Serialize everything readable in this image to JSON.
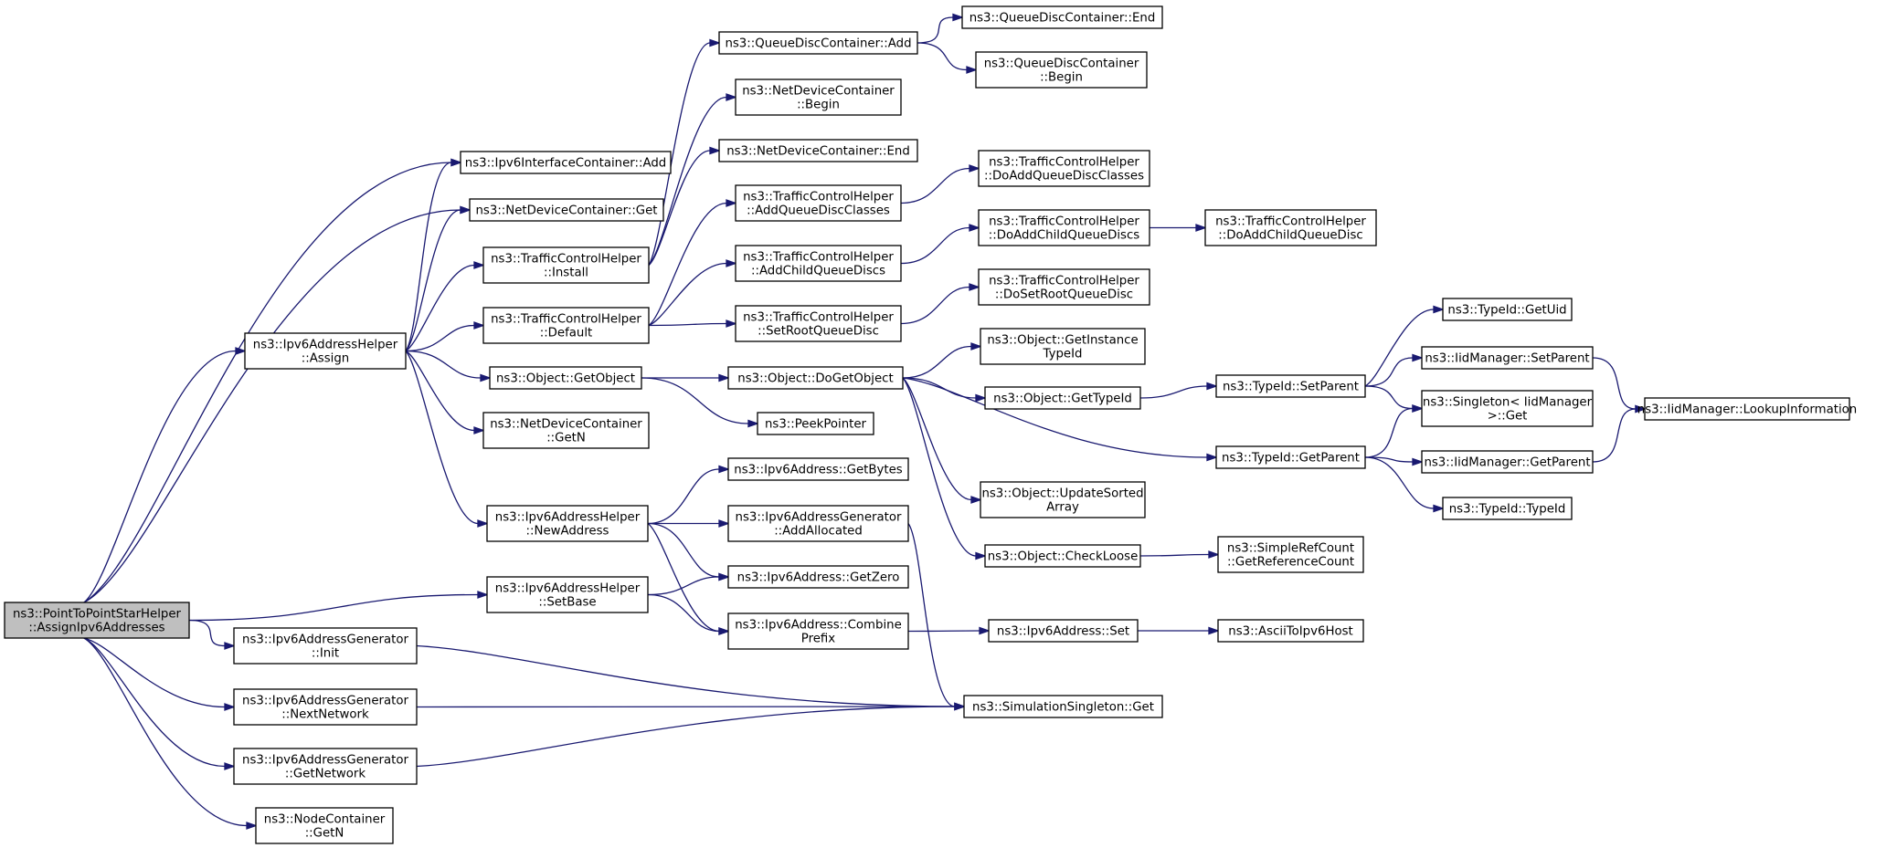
{
  "graph": {
    "edge_color": "#191970",
    "root_fill": "#bfbfbf",
    "node_fill": "#ffffff",
    "nodes": [
      {
        "id": "root",
        "lines": [
          "ns3::PointToPointStarHelper",
          "::AssignIpv6Addresses"
        ],
        "root": true
      },
      {
        "id": "ipv6ah_assign",
        "lines": [
          "ns3::Ipv6AddressHelper",
          "::Assign"
        ]
      },
      {
        "id": "ipv6ic_add",
        "lines": [
          "ns3::Ipv6InterfaceContainer::Add"
        ]
      },
      {
        "id": "ndc_get",
        "lines": [
          "ns3::NetDeviceContainer::Get"
        ]
      },
      {
        "id": "tch_install",
        "lines": [
          "ns3::TrafficControlHelper",
          "::Install"
        ]
      },
      {
        "id": "tch_default",
        "lines": [
          "ns3::TrafficControlHelper",
          "::Default"
        ]
      },
      {
        "id": "obj_getobject",
        "lines": [
          "ns3::Object::GetObject"
        ]
      },
      {
        "id": "ndc_getn",
        "lines": [
          "ns3::NetDeviceContainer",
          "::GetN"
        ]
      },
      {
        "id": "ipv6ah_newaddress",
        "lines": [
          "ns3::Ipv6AddressHelper",
          "::NewAddress"
        ]
      },
      {
        "id": "ipv6ah_setbase",
        "lines": [
          "ns3::Ipv6AddressHelper",
          "::SetBase"
        ]
      },
      {
        "id": "ipv6ag_init",
        "lines": [
          "ns3::Ipv6AddressGenerator",
          "::Init"
        ]
      },
      {
        "id": "ipv6ag_nextnetwork",
        "lines": [
          "ns3::Ipv6AddressGenerator",
          "::NextNetwork"
        ]
      },
      {
        "id": "ipv6ag_getnetwork",
        "lines": [
          "ns3::Ipv6AddressGenerator",
          "::GetNetwork"
        ]
      },
      {
        "id": "nc_getn",
        "lines": [
          "ns3::NodeContainer",
          "::GetN"
        ]
      },
      {
        "id": "qdc_add",
        "lines": [
          "ns3::QueueDiscContainer::Add"
        ]
      },
      {
        "id": "ndc_begin",
        "lines": [
          "ns3::NetDeviceContainer",
          "::Begin"
        ]
      },
      {
        "id": "ndc_end",
        "lines": [
          "ns3::NetDeviceContainer::End"
        ]
      },
      {
        "id": "tch_addqdc",
        "lines": [
          "ns3::TrafficControlHelper",
          "::AddQueueDiscClasses"
        ]
      },
      {
        "id": "tch_addcqd",
        "lines": [
          "ns3::TrafficControlHelper",
          "::AddChildQueueDiscs"
        ]
      },
      {
        "id": "tch_setrqd",
        "lines": [
          "ns3::TrafficControlHelper",
          "::SetRootQueueDisc"
        ]
      },
      {
        "id": "obj_dogetobject",
        "lines": [
          "ns3::Object::DoGetObject"
        ]
      },
      {
        "id": "peekpointer",
        "lines": [
          "ns3::PeekPointer"
        ]
      },
      {
        "id": "ipv6a_getbytes",
        "lines": [
          "ns3::Ipv6Address::GetBytes"
        ]
      },
      {
        "id": "ipv6ag_addallocated",
        "lines": [
          "ns3::Ipv6AddressGenerator",
          "::AddAllocated"
        ]
      },
      {
        "id": "ipv6a_getzero",
        "lines": [
          "ns3::Ipv6Address::GetZero"
        ]
      },
      {
        "id": "ipv6a_combineprefix",
        "lines": [
          "ns3::Ipv6Address::Combine",
          "Prefix"
        ]
      },
      {
        "id": "qdc_end",
        "lines": [
          "ns3::QueueDiscContainer::End"
        ]
      },
      {
        "id": "qdc_begin",
        "lines": [
          "ns3::QueueDiscContainer",
          "::Begin"
        ]
      },
      {
        "id": "tch_doaddqdc",
        "lines": [
          "ns3::TrafficControlHelper",
          "::DoAddQueueDiscClasses"
        ]
      },
      {
        "id": "tch_doaddcqds",
        "lines": [
          "ns3::TrafficControlHelper",
          "::DoAddChildQueueDiscs"
        ]
      },
      {
        "id": "tch_dosetrqd",
        "lines": [
          "ns3::TrafficControlHelper",
          "::DoSetRootQueueDisc"
        ]
      },
      {
        "id": "obj_getinstancetypeid",
        "lines": [
          "ns3::Object::GetInstance",
          "TypeId"
        ]
      },
      {
        "id": "obj_gettypeid",
        "lines": [
          "ns3::Object::GetTypeId"
        ]
      },
      {
        "id": "obj_updatesortedarray",
        "lines": [
          "ns3::Object::UpdateSorted",
          "Array"
        ]
      },
      {
        "id": "obj_checkloose",
        "lines": [
          "ns3::Object::CheckLoose"
        ]
      },
      {
        "id": "ipv6a_set",
        "lines": [
          "ns3::Ipv6Address::Set"
        ]
      },
      {
        "id": "simsingleton_get",
        "lines": [
          "ns3::SimulationSingleton::Get"
        ]
      },
      {
        "id": "tch_doaddcqd",
        "lines": [
          "ns3::TrafficControlHelper",
          "::DoAddChildQueueDisc"
        ]
      },
      {
        "id": "typeid_setparent",
        "lines": [
          "ns3::TypeId::SetParent"
        ]
      },
      {
        "id": "typeid_getparent",
        "lines": [
          "ns3::TypeId::GetParent"
        ]
      },
      {
        "id": "src_getrefcount",
        "lines": [
          "ns3::SimpleRefCount",
          "::GetReferenceCount"
        ]
      },
      {
        "id": "asciitoipv6host",
        "lines": [
          "ns3::AsciiToIpv6Host"
        ]
      },
      {
        "id": "typeid_getuid",
        "lines": [
          "ns3::TypeId::GetUid"
        ]
      },
      {
        "id": "iidm_setparent",
        "lines": [
          "ns3::IidManager::SetParent"
        ]
      },
      {
        "id": "singleton_get",
        "lines": [
          "ns3::Singleton< IidManager",
          ">::Get"
        ]
      },
      {
        "id": "iidm_getparent",
        "lines": [
          "ns3::IidManager::GetParent"
        ]
      },
      {
        "id": "typeid_typeid",
        "lines": [
          "ns3::TypeId::TypeId"
        ]
      },
      {
        "id": "iidm_lookupinfo",
        "lines": [
          "ns3::IidManager::LookupInformation"
        ]
      }
    ],
    "edges": [
      [
        "root",
        "ipv6ic_add"
      ],
      [
        "root",
        "ndc_get"
      ],
      [
        "root",
        "ipv6ah_assign"
      ],
      [
        "root",
        "ipv6ah_setbase"
      ],
      [
        "root",
        "ipv6ag_init"
      ],
      [
        "root",
        "ipv6ag_nextnetwork"
      ],
      [
        "root",
        "ipv6ag_getnetwork"
      ],
      [
        "root",
        "nc_getn"
      ],
      [
        "ipv6ah_assign",
        "ipv6ic_add"
      ],
      [
        "ipv6ah_assign",
        "ndc_get"
      ],
      [
        "ipv6ah_assign",
        "tch_install"
      ],
      [
        "ipv6ah_assign",
        "tch_default"
      ],
      [
        "ipv6ah_assign",
        "obj_getobject"
      ],
      [
        "ipv6ah_assign",
        "ndc_getn"
      ],
      [
        "ipv6ah_assign",
        "ipv6ah_newaddress"
      ],
      [
        "tch_install",
        "qdc_add"
      ],
      [
        "tch_install",
        "ndc_begin"
      ],
      [
        "tch_install",
        "ndc_end"
      ],
      [
        "tch_default",
        "tch_addqdc"
      ],
      [
        "tch_default",
        "tch_addcqd"
      ],
      [
        "tch_default",
        "tch_setrqd"
      ],
      [
        "qdc_add",
        "qdc_end"
      ],
      [
        "qdc_add",
        "qdc_begin"
      ],
      [
        "tch_addqdc",
        "tch_doaddqdc"
      ],
      [
        "tch_addcqd",
        "tch_doaddcqds"
      ],
      [
        "tch_doaddcqds",
        "tch_doaddcqd"
      ],
      [
        "tch_setrqd",
        "tch_dosetrqd"
      ],
      [
        "obj_getobject",
        "obj_dogetobject"
      ],
      [
        "obj_getobject",
        "peekpointer"
      ],
      [
        "obj_dogetobject",
        "obj_getinstancetypeid"
      ],
      [
        "obj_dogetobject",
        "obj_gettypeid"
      ],
      [
        "obj_dogetobject",
        "typeid_getparent"
      ],
      [
        "obj_dogetobject",
        "obj_updatesortedarray"
      ],
      [
        "obj_dogetobject",
        "obj_checkloose"
      ],
      [
        "obj_gettypeid",
        "typeid_setparent"
      ],
      [
        "typeid_setparent",
        "typeid_getuid"
      ],
      [
        "typeid_setparent",
        "iidm_setparent"
      ],
      [
        "typeid_setparent",
        "singleton_get"
      ],
      [
        "typeid_getparent",
        "singleton_get"
      ],
      [
        "typeid_getparent",
        "iidm_getparent"
      ],
      [
        "typeid_getparent",
        "typeid_typeid"
      ],
      [
        "iidm_setparent",
        "iidm_lookupinfo"
      ],
      [
        "iidm_getparent",
        "iidm_lookupinfo"
      ],
      [
        "obj_checkloose",
        "src_getrefcount"
      ],
      [
        "ipv6ah_newaddress",
        "ipv6a_getbytes"
      ],
      [
        "ipv6ah_newaddress",
        "ipv6ag_addallocated"
      ],
      [
        "ipv6ah_newaddress",
        "ipv6a_getzero"
      ],
      [
        "ipv6ah_newaddress",
        "ipv6a_combineprefix"
      ],
      [
        "ipv6ag_addallocated",
        "simsingleton_get"
      ],
      [
        "ipv6ah_setbase",
        "ipv6a_getzero"
      ],
      [
        "ipv6ah_setbase",
        "ipv6a_combineprefix"
      ],
      [
        "ipv6a_combineprefix",
        "ipv6a_set"
      ],
      [
        "ipv6a_set",
        "asciitoipv6host"
      ],
      [
        "ipv6ag_init",
        "simsingleton_get"
      ],
      [
        "ipv6ag_nextnetwork",
        "simsingleton_get"
      ],
      [
        "ipv6ag_getnetwork",
        "simsingleton_get"
      ]
    ]
  }
}
